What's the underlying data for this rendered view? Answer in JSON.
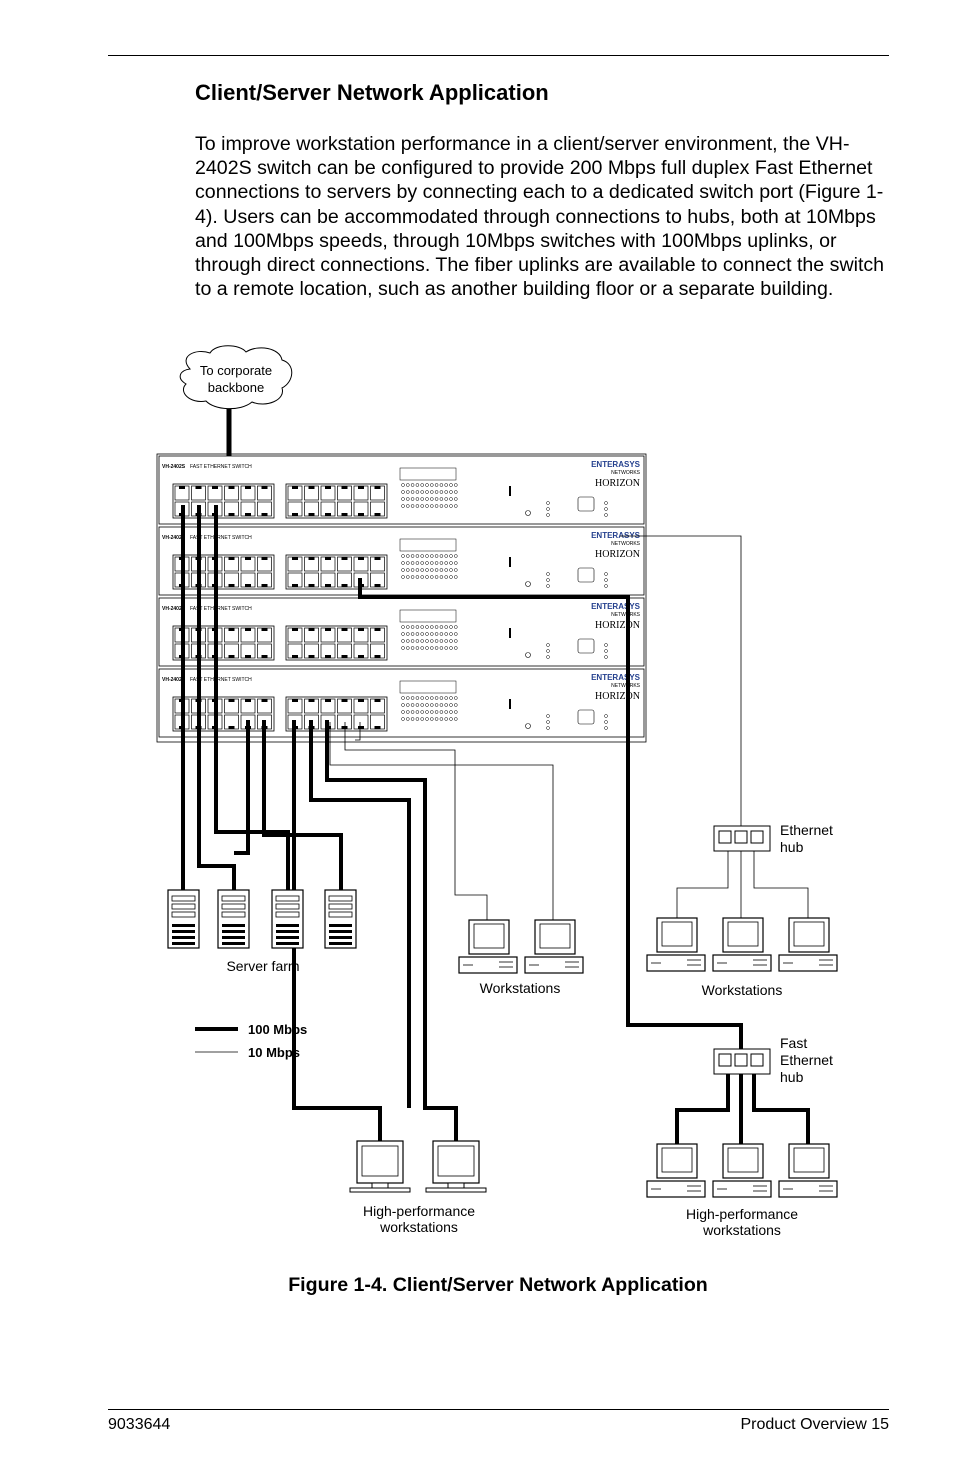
{
  "page": {
    "section_title": "Client/Server Network Application",
    "intro_text": "To improve workstation performance in a client/server environment, the VH-2402S switch can be configured to provide 200 Mbps full duplex Fast Ethernet connections to servers by connecting each to a dedicated switch port (Figure 1-4). Users can be accommodated through connections to hubs, both at 10Mbps and 100Mbps speeds, through 10Mbps switches with 100Mbps uplinks, or through direct connections. The fiber uplinks are available to connect the switch to a remote location, such as another building floor or a separate building.",
    "figure_caption": "Figure 1-4.  Client/Server Network Application",
    "doc_number": "9033644",
    "footer_right": "Product Overview  15"
  },
  "diagram": {
    "cloud_line1": "To corporate",
    "cloud_line2": "backbone",
    "switch_model": "VH-2402S",
    "switch_desc": "FAST ETHERNET SWITCH",
    "brand": "ENTERASYS",
    "brand_sub": "NETWORKS",
    "product_logo": "HORIZON",
    "server_farm_label": "Server farm",
    "workstations_label": "Workstations",
    "workstations_label2": "Workstations",
    "ethernet_hub_line1": "Ethernet",
    "ethernet_hub_line2": "hub",
    "fast_hub_line1": "Fast",
    "fast_hub_line2": "Ethernet",
    "fast_hub_line3": "hub",
    "hp_ws_line1": "High-performance",
    "hp_ws_line2": "workstations",
    "hp_ws2_line1": "High-performance",
    "hp_ws2_line2": "workstations",
    "legend_100": "100 Mbps",
    "legend_10": "10 Mbps"
  }
}
